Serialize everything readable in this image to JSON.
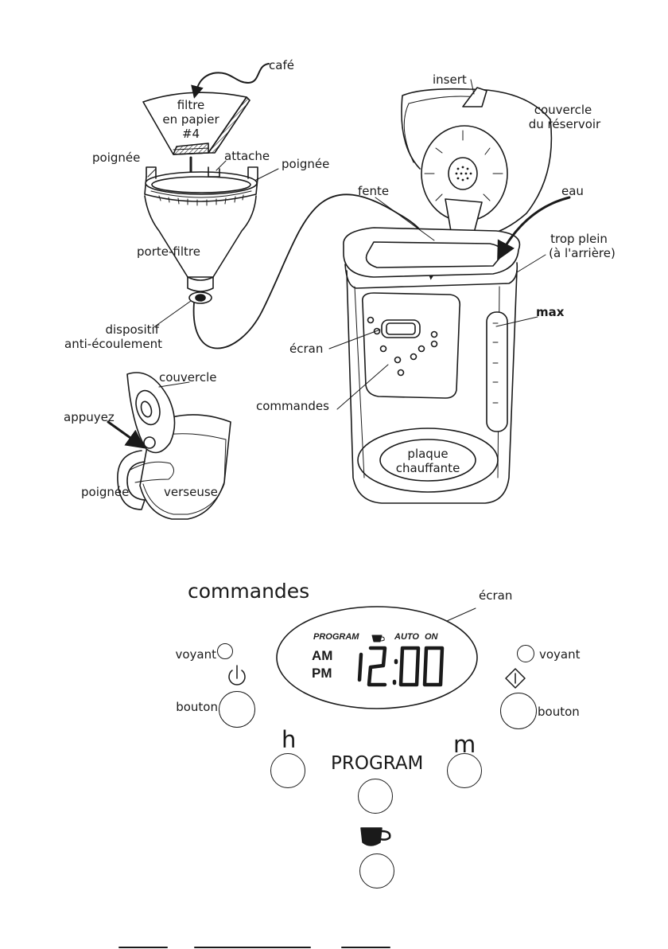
{
  "labels": {
    "cafe": "café",
    "filtre_line1": "filtre",
    "filtre_line2": "en papier",
    "filtre_line3": "#4",
    "poignee_left": "poignée",
    "attache": "attache",
    "poignee_right": "poignée",
    "porte_filtre": "porte-filtre",
    "dispositif_line1": "dispositif",
    "dispositif_line2": "anti-écoulement",
    "insert": "insert",
    "couvercle_reservoir_line1": "couvercle",
    "couvercle_reservoir_line2": "du réservoir",
    "fente": "fente",
    "eau": "eau",
    "trop_plein_line1": "trop plein",
    "trop_plein_line2": "(à l'arrière)",
    "max": "max",
    "ecran": "écran",
    "commandes": "commandes",
    "couvercle": "couvercle",
    "appuyez": "appuyez",
    "poignee_carafe": "poignée",
    "verseuse": "verseuse",
    "plaque_line1": "plaque",
    "plaque_line2": "chauffante"
  },
  "panel": {
    "title": "commandes",
    "ecran": "écran",
    "voyant_left": "voyant",
    "voyant_right": "voyant",
    "bouton_left": "bouton",
    "bouton_right": "bouton",
    "h": "h",
    "m": "m",
    "program": "PROGRAM",
    "lcd": {
      "program": "PROGRAM",
      "auto": "AUTO",
      "on": "ON",
      "am": "AM",
      "pm": "PM",
      "time": "12:00"
    }
  }
}
